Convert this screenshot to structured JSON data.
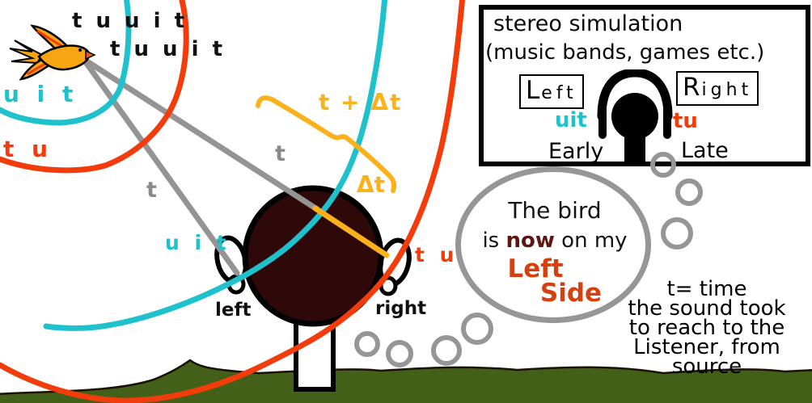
{
  "colors": {
    "wave_cyan": "#1fc2cc",
    "wave_red": "#f23c0b",
    "accent_orange": "#fab11b",
    "path_gray": "#949494",
    "head_fill": "#2f0909",
    "grass_green": "#436019",
    "now_maroon": "#5e1612",
    "thought_red": "#d6400f"
  },
  "bird": {
    "call_line1": "t u u i t",
    "call_line2": "t u u i t"
  },
  "wave_labels": {
    "far_cyan": "u i t",
    "far_red": "t u",
    "near_left_cyan": "u i t",
    "near_right_red": "t u"
  },
  "time_labels": {
    "t1": "t",
    "t2": "t",
    "sum": "t + Δt",
    "delta": "Δt"
  },
  "listener": {
    "left_ear_caption": "left",
    "right_ear_caption": "right"
  },
  "thought_bubble": {
    "line1": "The bird",
    "line2_pre": "is ",
    "line2_now": "now",
    "line2_post": " on my",
    "line3": "Left",
    "line4": "Side"
  },
  "note": {
    "line1": "t= time",
    "line2": "the sound took",
    "line3": "to reach to the",
    "line4": "Listener, from",
    "line5": "source"
  },
  "stereo_box": {
    "title": "stereo simulation",
    "subtitle": "(music bands, games etc.)",
    "left_label": "Left",
    "right_label": "Right",
    "left_wave": "uit",
    "right_wave": "tu",
    "left_timing": "Early",
    "right_timing": "Late"
  }
}
